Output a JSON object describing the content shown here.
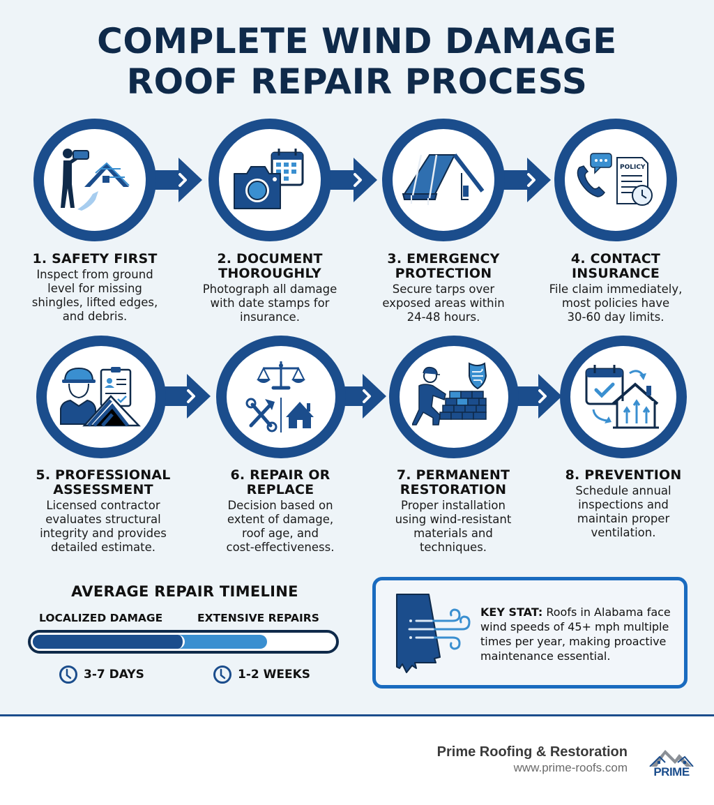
{
  "header": {
    "title_line1": "COMPLETE WIND DAMAGE",
    "title_line2": "ROOF REPAIR PROCESS"
  },
  "colors": {
    "navy": "#0f2a4a",
    "primary_blue": "#1b4d8c",
    "light_blue": "#3a8fd0",
    "stat_border": "#1a6bbf",
    "background": "#eef4f8"
  },
  "steps": [
    {
      "number": "1",
      "title_line1": "1. SAFETY FIRST",
      "title_line2": "",
      "desc_lines": [
        "Inspect from ground",
        "level for missing",
        "shingles, lifted edges,",
        "and debris."
      ],
      "icon": "binoculars-house-icon"
    },
    {
      "number": "2",
      "title_line1": "2. DOCUMENT",
      "title_line2": "THOROUGHLY",
      "desc_lines": [
        "Photograph all damage",
        "with date stamps for",
        "insurance."
      ],
      "icon": "camera-calendar-icon"
    },
    {
      "number": "3",
      "title_line1": "3. EMERGENCY",
      "title_line2": "PROTECTION",
      "desc_lines": [
        "Secure tarps over",
        "exposed areas within",
        "24-48 hours."
      ],
      "icon": "tarp-roof-icon"
    },
    {
      "number": "4",
      "title_line1": "4. CONTACT",
      "title_line2": "INSURANCE",
      "desc_lines": [
        "File claim immediately,",
        "most policies have",
        "30-60 day limits."
      ],
      "icon": "phone-policy-icon",
      "policy_label": "POLICY"
    },
    {
      "number": "5",
      "title_line1": "5. PROFESSIONAL",
      "title_line2": "ASSESSMENT",
      "desc_lines": [
        "Licensed contractor",
        "evaluates structural",
        "integrity and provides",
        "detailed estimate."
      ],
      "icon": "contractor-clipboard-icon"
    },
    {
      "number": "6",
      "title_line1": "6. REPAIR OR",
      "title_line2": "REPLACE",
      "desc_lines": [
        "Decision based on",
        "extent of damage,",
        "roof age, and",
        "cost-effectiveness."
      ],
      "icon": "scales-tools-house-icon"
    },
    {
      "number": "7",
      "title_line1": "7. PERMANENT",
      "title_line2": "RESTORATION",
      "desc_lines": [
        "Proper installation",
        "using wind-resistant",
        "materials and",
        "techniques."
      ],
      "icon": "roofer-shingles-shield-icon"
    },
    {
      "number": "8",
      "title_line1": "8. PREVENTION",
      "title_line2": "",
      "desc_lines": [
        "Schedule annual",
        "inspections and",
        "maintain proper",
        "ventilation."
      ],
      "icon": "calendar-ventilation-house-icon"
    }
  ],
  "timeline": {
    "title": "AVERAGE REPAIR TIMELINE",
    "labels": [
      "LOCALIZED DAMAGE",
      "EXTENSIVE REPAIRS"
    ],
    "durations": [
      "3-7 DAYS",
      "1-2 WEEKS"
    ],
    "localized_fill_pct": 49,
    "extensive_fill_pct": 76
  },
  "key_stat": {
    "label": "KEY STAT:",
    "text_line1": " Roofs in Alabama face",
    "text_line2": "wind speeds of 45+ mph multiple",
    "text_line3": "times per year, making proactive",
    "text_line4": "maintenance essential.",
    "icon": "alabama-wind-icon"
  },
  "footer": {
    "company": "Prime Roofing & Restoration",
    "url": "www.prime-roofs.com",
    "logo_text": "PRIME"
  }
}
